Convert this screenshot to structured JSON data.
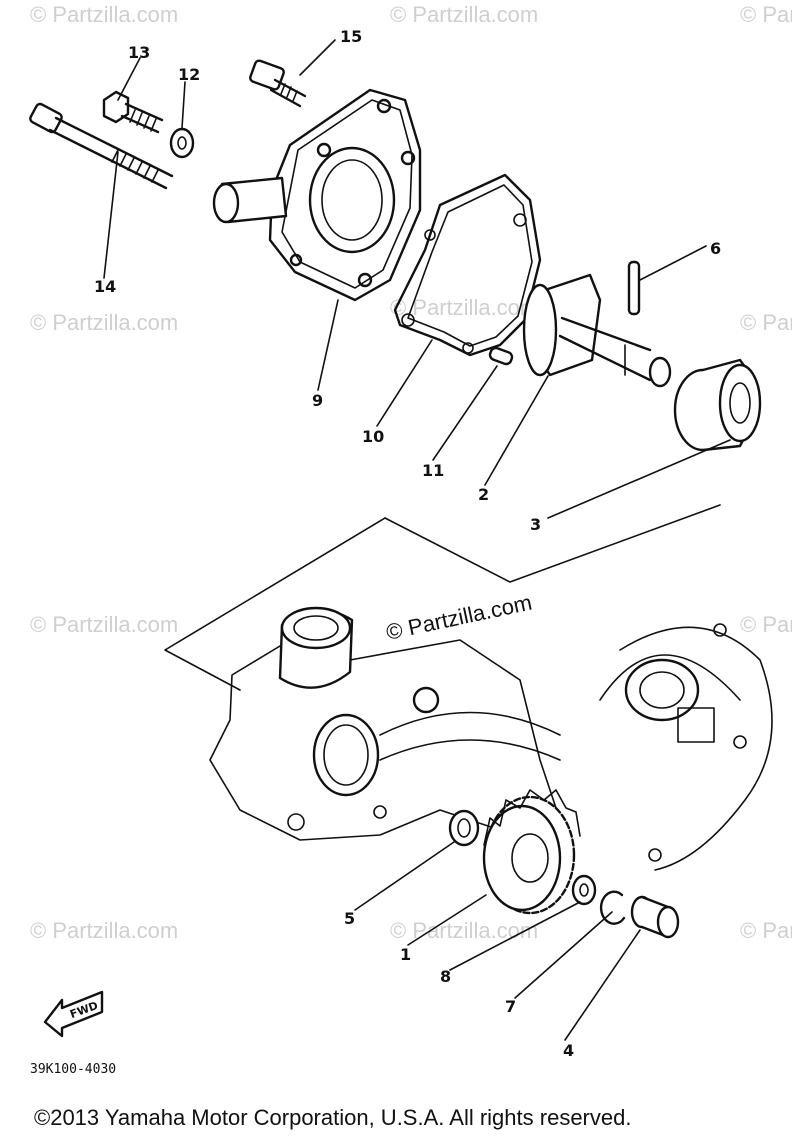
{
  "diagram": {
    "part_labels": [
      "15",
      "13",
      "12",
      "14",
      "9",
      "10",
      "11",
      "2",
      "3",
      "6",
      "5",
      "1",
      "8",
      "7",
      "4"
    ],
    "fwd_label": "FWD",
    "drawing_code": "39K100-4030",
    "copyright": "©2013  Yamaha Motor Corporation, U.S.A. All rights reserved.",
    "watermark": "© Partzilla.com"
  }
}
